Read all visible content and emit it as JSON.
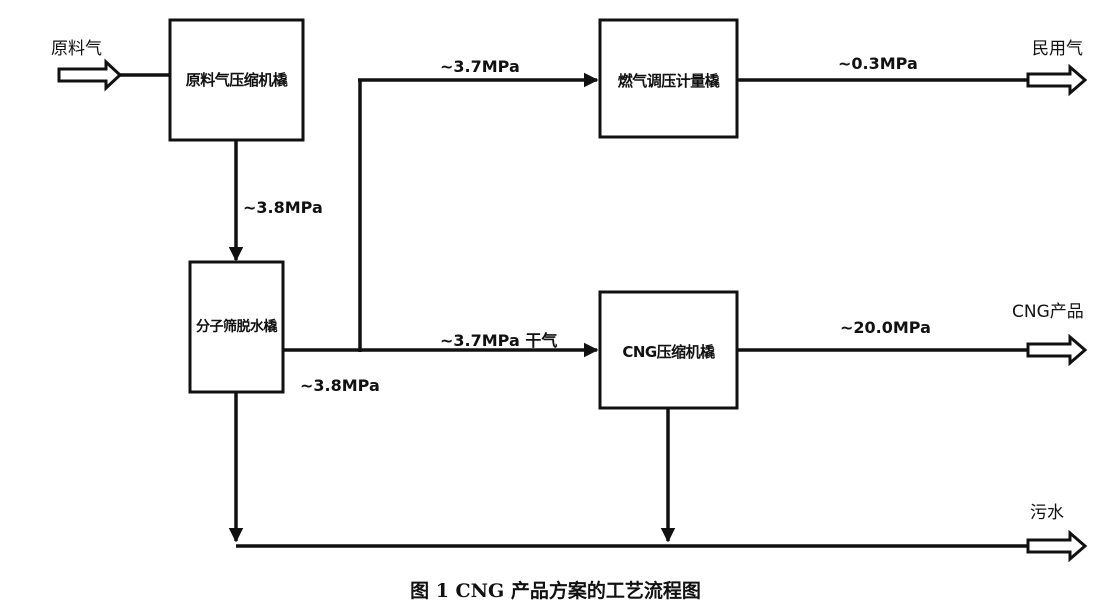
{
  "boxes": {
    "feed_compressor": "原料气压缩机橇",
    "sieve_dehydrator": "分子筛脱水橇",
    "fuel_gas_skid": "燃气调压计量橇",
    "cng_compressor": "CNG压缩机橇"
  },
  "streams": {
    "feed_gas": "原料气",
    "civil_gas": "民用气",
    "cng_product": "CNG产品",
    "wastewater": "污水"
  },
  "pressures": {
    "after_compressor": "~3.8MPa",
    "after_dehydration": "~3.8MPa",
    "to_fuel_skid": "~3.7MPa",
    "to_cng_compressor": "~3.7MPa 干气",
    "civil_outlet": "~0.3MPa",
    "cng_outlet": "~20.0MPa"
  },
  "caption": "图 1  CNG 产品方案的工艺流程图"
}
